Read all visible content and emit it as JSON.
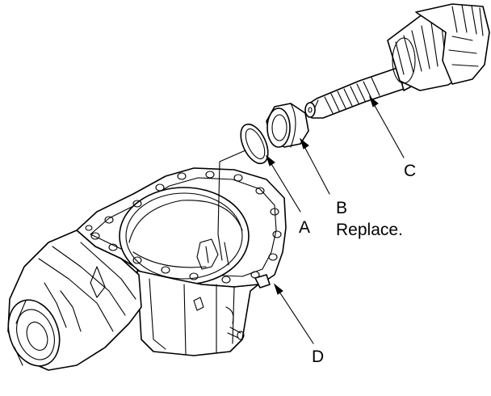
{
  "labels": {
    "a": "A",
    "b": "B",
    "b_note": "Replace.",
    "c": "C",
    "d": "D"
  }
}
